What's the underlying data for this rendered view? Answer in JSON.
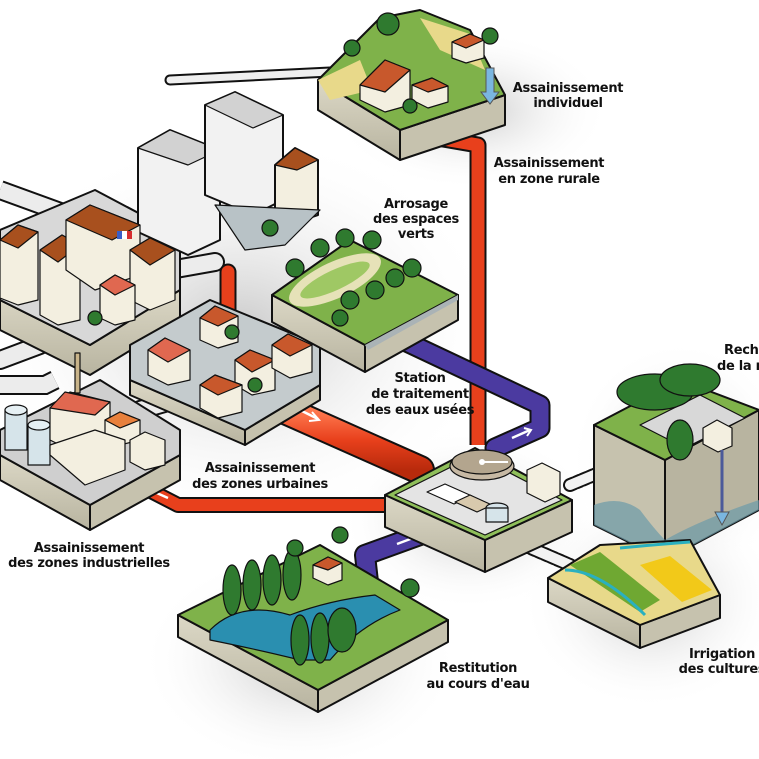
{
  "diagram": {
    "title": "Cycle de réutilisation des eaux usées",
    "colors": {
      "wastewater_pipe": "#e8401c",
      "treated_pipe": "#4b3aa0",
      "reuse_pipe": "#e8e8e8",
      "grey_pipe": "#e6e6e6",
      "grass": "#7fb24a",
      "block_side": "#cfcbb8",
      "water": "#2a8fb0",
      "roof": "#c8582c",
      "crop_yellow": "#f2c919",
      "crop_green": "#6fa832"
    },
    "labels": {
      "individuel": [
        "Assainissement",
        "individuel"
      ],
      "rurale": [
        "Assainissement",
        "en zone rurale"
      ],
      "arrosage": [
        "Arrosage",
        "des espaces",
        "verts"
      ],
      "recharge": [
        "Recha",
        "de la n"
      ],
      "station": [
        "Station",
        "de traitement",
        "des eaux usées"
      ],
      "urbaines": [
        "Assainissement",
        "des zones urbaines"
      ],
      "industrielles": [
        "Assainissement",
        "des zones industrielles"
      ],
      "restitution": [
        "Restitution",
        "au cours d'eau"
      ],
      "irrigation": [
        "Irrigation",
        "des cultures"
      ]
    },
    "flows": [
      {
        "from": "Assainissement individuel",
        "to": "Station de traitement des eaux usées",
        "type": "wastewater"
      },
      {
        "from": "Assainissement des zones urbaines",
        "to": "Station de traitement des eaux usées",
        "type": "wastewater"
      },
      {
        "from": "Assainissement des zones industrielles",
        "to": "Station de traitement des eaux usées",
        "type": "wastewater"
      },
      {
        "from": "Station de traitement des eaux usées",
        "to": "Arrosage des espaces verts",
        "type": "treated"
      },
      {
        "from": "Station de traitement des eaux usées",
        "to": "Restitution au cours d'eau",
        "type": "treated"
      },
      {
        "from": "Station de traitement des eaux usées",
        "to": "Recharge de la nappe",
        "type": "reuse"
      },
      {
        "from": "Station de traitement des eaux usées",
        "to": "Irrigation des cultures",
        "type": "reuse"
      }
    ]
  }
}
